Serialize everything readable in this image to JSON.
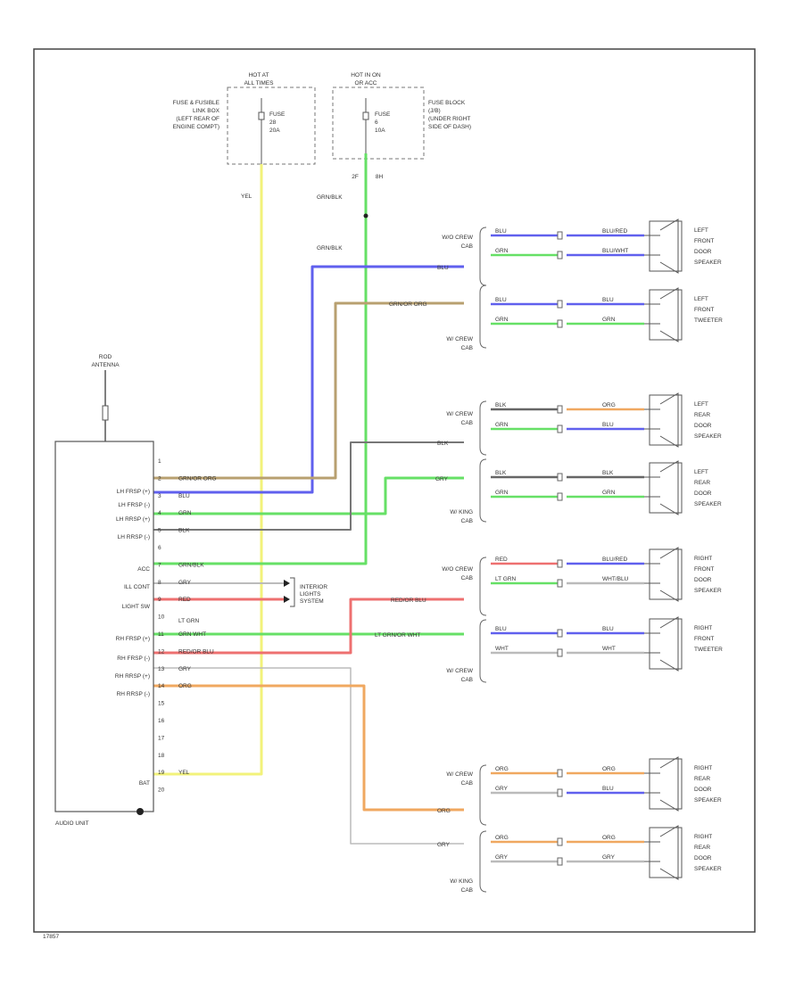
{
  "colors": {
    "yellow": "#f2f27a",
    "green": "#66e066",
    "blue": "#6060ee",
    "tan": "#b8a070",
    "dark": "#666666",
    "red": "#ee7070",
    "orange": "#f0a860",
    "gray": "#bbbbbb",
    "frame": "#444444"
  },
  "fuses": {
    "hot_all": "HOT AT ALL TIMES",
    "hot_on": "HOT IN ON OR ACC",
    "left_label": [
      "FUSE & FUSIBLE",
      "LINK BOX",
      "(LEFT REAR OF",
      "ENGINE COMPT)"
    ],
    "right_label": [
      "FUSE BLOCK",
      "(J/B)",
      "(UNDER RIGHT",
      "SIDE OF DASH)"
    ],
    "fuse1": [
      "FUSE",
      "28",
      "20A"
    ],
    "fuse2": [
      "FUSE",
      "6",
      "10A"
    ],
    "pins": [
      "2F",
      "8H"
    ]
  },
  "wires": {
    "yel": "YEL",
    "grn_blk": "GRN/BLK",
    "blu": "BLU",
    "grn_org": "GRN/OR ORG",
    "red_blu": "RED/OR BLU",
    "lt_grn_wht": "LT GRN/OR WHT",
    "org": "ORG",
    "gry": "GRY",
    "lt_grn": "LT GRN",
    "blk": "BLK"
  },
  "antenna": [
    "ROD",
    "ANTENNA"
  ],
  "audio_unit": {
    "name": "AUDIO UNIT",
    "labels": [
      "LH FRSP (+)",
      "LH FRSP (-)",
      "LH RRSP (+)",
      "LH RRSP (-)",
      "ACC",
      "ILL CONT",
      "LIGHT SW",
      "RH FRSP (+)",
      "RH FRSP (-)",
      "RH RRSP (+)",
      "RH RRSP (-)",
      "BAT"
    ],
    "pins": [
      "1",
      "2",
      "3",
      "4",
      "5",
      "6",
      "7",
      "8",
      "9",
      "10",
      "11",
      "12",
      "13",
      "14",
      "15",
      "16",
      "17",
      "18",
      "19",
      "20"
    ],
    "pin_wires": [
      "",
      "GRN/OR ORG",
      "BLU",
      "GRN",
      "BLK",
      "",
      "GRN/BLK",
      "GRY",
      "RED",
      "",
      "GRN WHT",
      "RED/OR BLU",
      "GRY",
      "ORG",
      "",
      "",
      "",
      "",
      "YEL",
      ""
    ]
  },
  "interior": [
    "INTERIOR",
    "LIGHTS",
    "SYSTEM"
  ],
  "cab_labels": {
    "king": [
      "W/O CREW",
      "CAB"
    ],
    "crew": [
      "W/ CREW",
      "CAB"
    ],
    "kingcab": [
      "W/ KING",
      "CAB"
    ]
  },
  "speakers": [
    {
      "name": [
        "LEFT",
        "FRONT",
        "DOOR",
        "SPEAKER"
      ],
      "w1": "BLU",
      "w1b": "BLU/RED",
      "w2": "GRN",
      "w2b": "BLU/WHT"
    },
    {
      "name": [
        "LEFT",
        "FRONT",
        "TWEETER"
      ],
      "w1": "BLU",
      "w1b": "BLU",
      "w2": "GRN",
      "w2b": "GRN"
    },
    {
      "name": [
        "LEFT",
        "REAR",
        "DOOR",
        "SPEAKER"
      ],
      "w1": "BLK",
      "w1b": "ORG",
      "w2": "GRN",
      "w2b": "BLU"
    },
    {
      "name": [
        "LEFT",
        "REAR",
        "DOOR",
        "SPEAKER"
      ],
      "w1": "BLK",
      "w1b": "BLK",
      "w2": "GRN",
      "w2b": "GRN"
    },
    {
      "name": [
        "RIGHT",
        "FRONT",
        "DOOR",
        "SPEAKER"
      ],
      "w1": "RED",
      "w1b": "BLU/RED",
      "w2": "LT GRN",
      "w2b": "WHT/BLU"
    },
    {
      "name": [
        "RIGHT",
        "FRONT",
        "TWEETER"
      ],
      "w1": "BLU",
      "w1b": "BLU",
      "w2": "WHT",
      "w2b": "WHT"
    },
    {
      "name": [
        "RIGHT",
        "REAR",
        "DOOR",
        "SPEAKER"
      ],
      "w1": "ORG",
      "w1b": "ORG",
      "w2": "GRY",
      "w2b": "BLU"
    },
    {
      "name": [
        "RIGHT",
        "REAR",
        "DOOR",
        "SPEAKER"
      ],
      "w1": "ORG",
      "w1b": "ORG",
      "w2": "GRY",
      "w2b": "GRY"
    }
  ],
  "footer_code": "17857"
}
